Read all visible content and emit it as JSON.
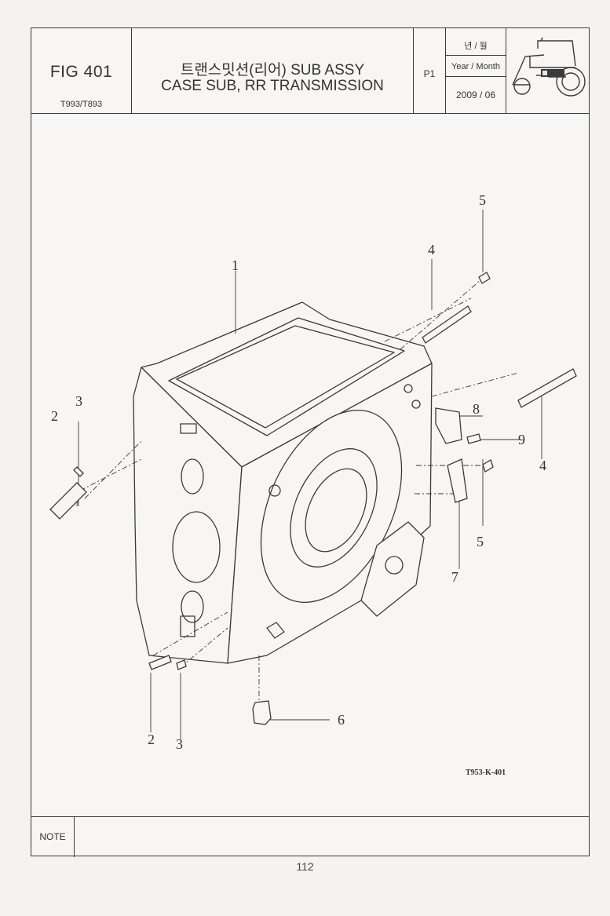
{
  "header": {
    "fig_number": "FIG 401",
    "model": "T993/T893",
    "title_korean": "트랜스밋션(리어) SUB ASSY",
    "title_english": "CASE SUB, RR TRANSMISSION",
    "page_code": "P1",
    "date_label_korean": "년 / 월",
    "date_label_english": "Year / Month",
    "date_value": "2009 / 06"
  },
  "callouts": [
    "1",
    "2",
    "3",
    "4",
    "5",
    "6",
    "7",
    "8",
    "9",
    "2",
    "3",
    "4",
    "5"
  ],
  "drawing_code": "T953-K-401",
  "note_label": "NOTE",
  "page_number": "112"
}
